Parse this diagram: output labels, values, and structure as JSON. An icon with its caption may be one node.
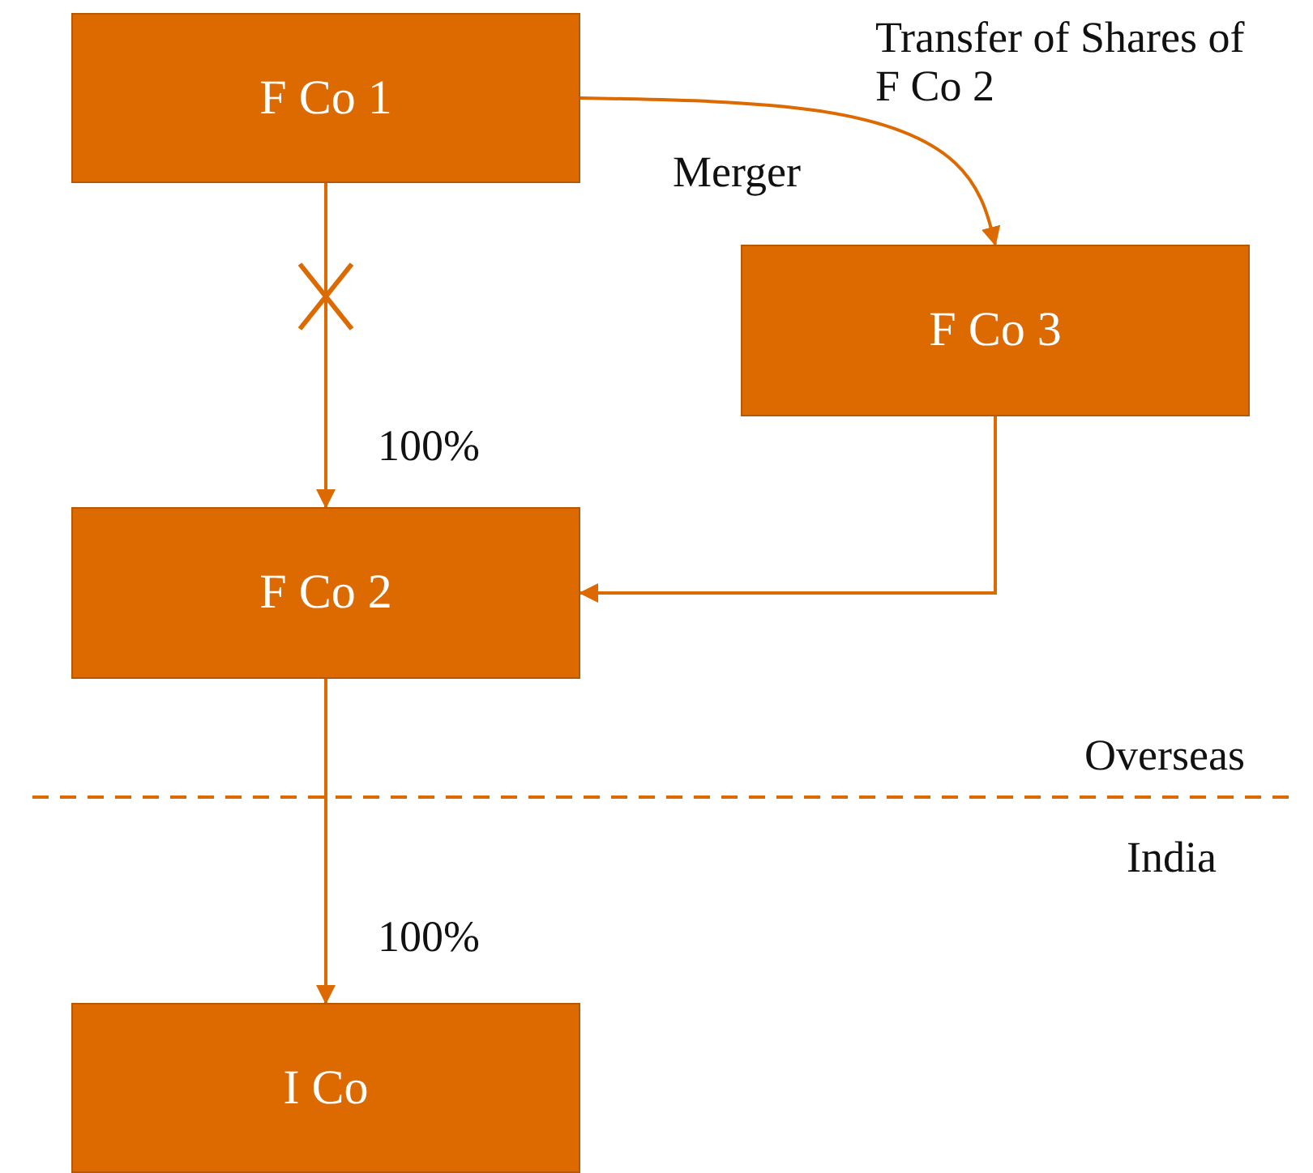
{
  "diagram": {
    "nodes": [
      {
        "text": [
          "F Co 1"
        ]
      },
      {
        "text": [
          "F Co 3"
        ]
      },
      {
        "text": [
          "F Co 2"
        ]
      },
      {
        "text": [
          "I Co"
        ]
      }
    ],
    "edges": [
      {
        "from": 0,
        "to": 2,
        "arrow": "to",
        "label": "100%"
      },
      {
        "from": 0,
        "to": 1,
        "arrow": "to",
        "label": "Transfer of Shares of F Co 2"
      },
      {
        "from": 1,
        "to": 2,
        "arrow": "to"
      },
      {
        "from": 2,
        "to": 3,
        "arrow": "to",
        "label": "100%"
      }
    ],
    "labels": [
      "Merger",
      "Overseas",
      "India"
    ]
  }
}
